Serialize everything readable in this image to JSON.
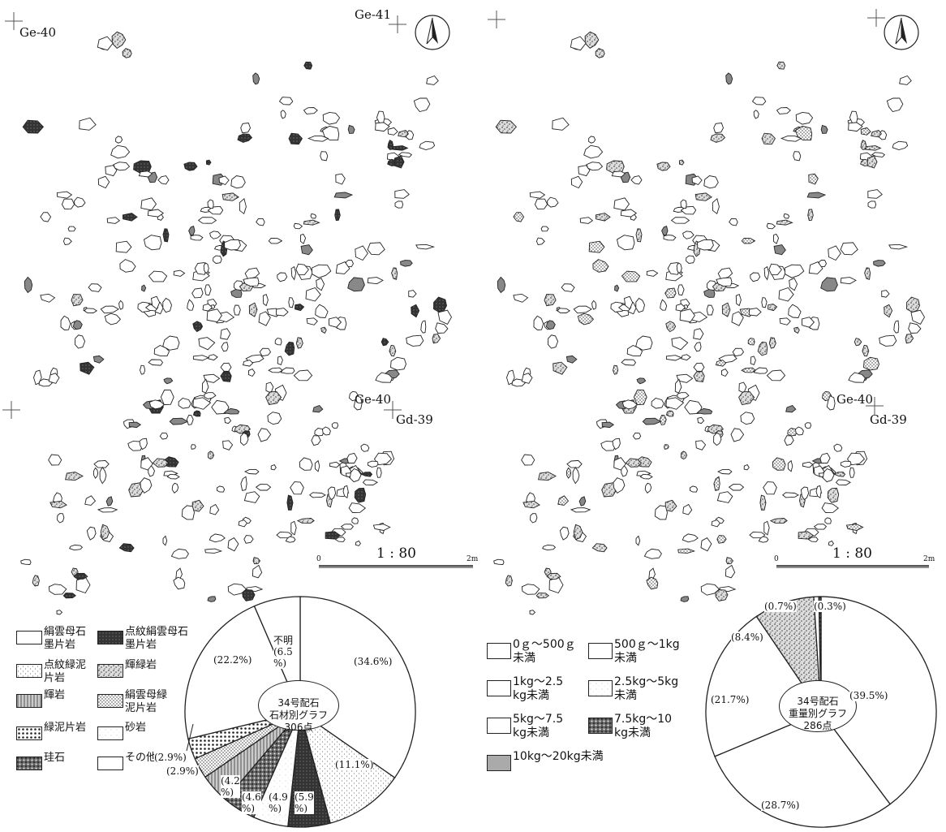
{
  "grid_labels": {
    "left_ge40_top": "Ge-40",
    "left_ge41": "Ge-41",
    "left_ge40_mid": "Ge-40",
    "left_gd39": "Gd-39",
    "right_ge40_mid": "Ge-40",
    "right_gd39": "Gd-39"
  },
  "scale_bars": {
    "left": {
      "ratio": "1 : 80",
      "start": "0",
      "end": "2m"
    },
    "right": {
      "ratio": "1 : 80",
      "start": "0",
      "end": "2m"
    }
  },
  "material_legend": [
    {
      "label": "絹雲母石\n墨片岩",
      "pattern": "blank"
    },
    {
      "label": "点紋絹雲母石\n墨片岩",
      "pattern": "dark"
    },
    {
      "label": "点紋緑泥\n片岩",
      "pattern": "light-dots"
    },
    {
      "label": "輝緑岩",
      "pattern": "speckle"
    },
    {
      "label": "輝岩",
      "pattern": "stripes"
    },
    {
      "label": "絹雲母緑\n泥片岩",
      "pattern": "fine-dots"
    },
    {
      "label": "緑泥片岩",
      "pattern": "dots"
    },
    {
      "label": "砂岩",
      "pattern": "faint"
    },
    {
      "label": "珪石",
      "pattern": "dark-speckle"
    },
    {
      "label": "その他",
      "pattern": "blank"
    }
  ],
  "weight_legend": [
    {
      "label": "0ｇ～500ｇ\n未満",
      "pattern": "blank"
    },
    {
      "label": "500ｇ～1kg\n未満",
      "pattern": "blank"
    },
    {
      "label": "1kg～2.5\nkg未満",
      "pattern": "blank"
    },
    {
      "label": "2.5kg～5kg\n未満",
      "pattern": "faint"
    },
    {
      "label": "5kg～7.5\nkg未満",
      "pattern": "blank"
    },
    {
      "label": "7.5kg～10\nkg未満",
      "pattern": "dark-speckle"
    },
    {
      "label": "10kg～20kg未満",
      "pattern": "grey"
    }
  ],
  "chart_data": [
    {
      "type": "pie",
      "title": "34号配石\n石材別グラフ\n306点",
      "slices": [
        {
          "label": "絹雲母石墨片岩",
          "value": 34.6,
          "display": "(34.6%)",
          "pattern": "blank"
        },
        {
          "label": "点紋緑泥片岩",
          "value": 11.1,
          "display": "(11.1%)",
          "pattern": "light-dots"
        },
        {
          "label": "点紋絹雲母石墨片岩",
          "value": 5.9,
          "display": "(5.9\n%)",
          "pattern": "dark"
        },
        {
          "label": "砂岩",
          "value": 4.9,
          "display": "(4.9\n%)",
          "pattern": "faint"
        },
        {
          "label": "珪石",
          "value": 4.6,
          "display": "(4.6\n%)",
          "pattern": "dark-speckle"
        },
        {
          "label": "輝岩",
          "value": 4.2,
          "display": "(4.2\n%)",
          "pattern": "stripes"
        },
        {
          "label": "絹雲母緑泥片岩",
          "value": 2.9,
          "display": "(2.9%)",
          "pattern": "fine-dots"
        },
        {
          "label": "緑泥片岩",
          "value": 2.9,
          "display": "(2.9%)",
          "pattern": "dots"
        },
        {
          "label": "その他",
          "value": 22.2,
          "display": "(22.2%)",
          "pattern": "blank"
        },
        {
          "label": "不明",
          "value": 6.5,
          "display": "不明\n(6.5\n%)",
          "pattern": "blank"
        }
      ]
    },
    {
      "type": "pie",
      "title": "34号配石\n重量別グラフ\n286点",
      "slices": [
        {
          "label": "0ｇ～500ｇ未満",
          "value": 39.5,
          "display": "(39.5%)",
          "pattern": "blank"
        },
        {
          "label": "500ｇ～1kg未満",
          "value": 28.7,
          "display": "(28.7%)",
          "pattern": "blank"
        },
        {
          "label": "1kg～2.5kg未満",
          "value": 21.7,
          "display": "(21.7%)",
          "pattern": "blank"
        },
        {
          "label": "2.5kg～5kg未満",
          "value": 8.4,
          "display": "(8.4%)",
          "pattern": "speckle"
        },
        {
          "label": "5kg～7.5kg未満",
          "value": 0.7,
          "display": "(0.7%)",
          "pattern": "blank"
        },
        {
          "label": "7.5kg～10kg未満",
          "value": 0.3,
          "display": "(0.3%)",
          "pattern": "dark-speckle"
        }
      ]
    }
  ]
}
